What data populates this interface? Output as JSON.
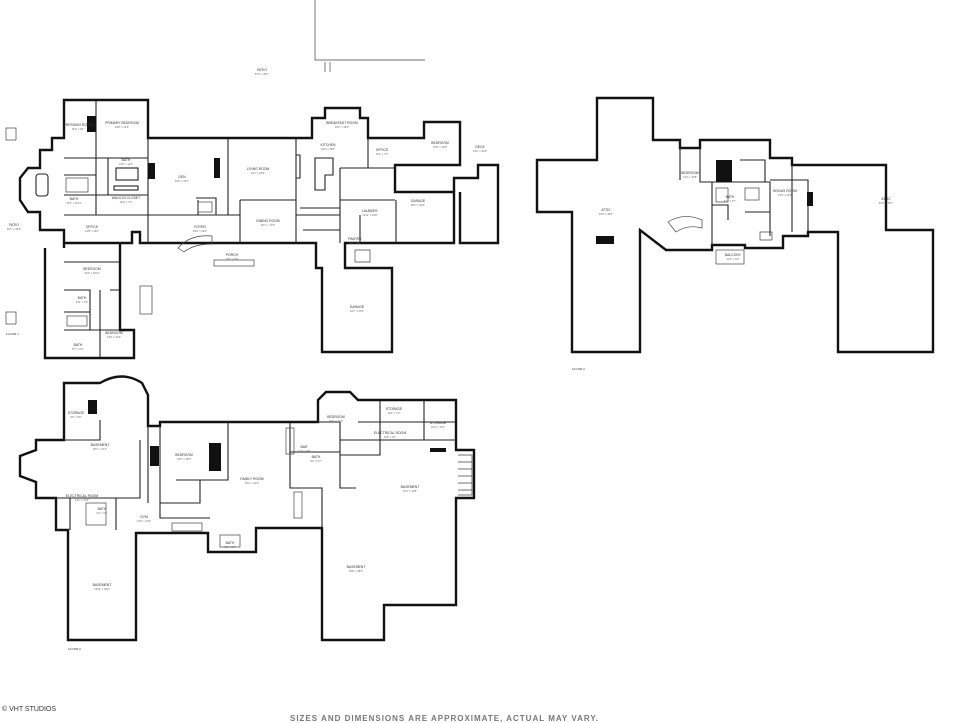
{
  "plan": {
    "copyright": "© VHT STUDIOS",
    "disclaimer": "SIZES AND DIMENSIONS ARE APPROXIMATE, ACTUAL MAY VARY."
  },
  "floor_main": {
    "floor_label": "FLOOR 1",
    "rooms": [
      {
        "name": "PATIO",
        "dim": "57'0\" x 46'7\""
      },
      {
        "name": "PRIMARY BEDROOM",
        "dim": "19'8\" x 14'3\""
      },
      {
        "name": "DRESSING ROOM",
        "dim": "11'0\" x 9'4\""
      },
      {
        "name": "BATH",
        "dim": "15'3\" x 10'11\""
      },
      {
        "name": "BATH",
        "dim": "13'6\" x 11'2\""
      },
      {
        "name": "WALK-IN CLOSET",
        "dim": "10'9\" x 7'2\""
      },
      {
        "name": "OFFICE",
        "dim": "13'8\" x 11'6\""
      },
      {
        "name": "DEN",
        "dim": "19'6\" x 20'7\""
      },
      {
        "name": "LIVING ROOM",
        "dim": "31'1\" x 25'9\""
      },
      {
        "name": "KITCHEN",
        "dim": "24'3\" x 19'8\""
      },
      {
        "name": "BREAKFAST ROOM",
        "dim": "18'2\" x 14'0\""
      },
      {
        "name": "OFFICE",
        "dim": "16'1\" x 7'5\""
      },
      {
        "name": "DINING ROOM",
        "dim": "18'7\" x 17'9\""
      },
      {
        "name": "FOYER",
        "dim": "23'9\" x 19'2\""
      },
      {
        "name": "PORCH",
        "dim": "19'2\" x 9'0\""
      },
      {
        "name": "LAUNDRY",
        "dim": "11'11\" x 10'8\""
      },
      {
        "name": "PANTRY",
        "dim": "9'3\" x 5'2\""
      },
      {
        "name": "BEDROOM",
        "dim": "15'9\" x 14'8\""
      },
      {
        "name": "GARAGE",
        "dim": "28'1\" x 24'3\""
      },
      {
        "name": "GARAGE",
        "dim": "23'7\" x 21'9\""
      },
      {
        "name": "DECK",
        "dim": "13'2\" x 10'2\""
      },
      {
        "name": "BATH",
        "dim": "9'11\" x 5'3\""
      },
      {
        "name": "BEDROOM",
        "dim": "15'4\" x 13'11\""
      },
      {
        "name": "BATH",
        "dim": "8'7\" x 6'3\""
      },
      {
        "name": "BEDROOM",
        "dim": "13'9\" x 10'4\""
      },
      {
        "name": "PATIO",
        "dim": "26'1\" x 24'4\""
      }
    ]
  },
  "floor_upper": {
    "floor_label": "FLOOR 2",
    "rooms": [
      {
        "name": "ATTIC",
        "dim": "49'3\" x 48'5\""
      },
      {
        "name": "BEDROOM",
        "dim": "14'3\" x 13'8\""
      },
      {
        "name": "BATH",
        "dim": "9'11\" x 5'7\""
      },
      {
        "name": "BONUS ROOM",
        "dim": "13'0\" x 10'9\""
      },
      {
        "name": "ATTIC",
        "dim": "52'3\" x 45'7\""
      },
      {
        "name": "BALCONY",
        "dim": "12'6\" x 5'3\""
      }
    ]
  },
  "floor_lower": {
    "floor_label": "FLOOR 0",
    "rooms": [
      {
        "name": "STORAGE",
        "dim": "9'0\" x 6'5\""
      },
      {
        "name": "BASEMENT",
        "dim": "39'1\" x 21'4\""
      },
      {
        "name": "ELECTRICAL ROOM",
        "dim": "13'1\" x 10'9\""
      },
      {
        "name": "BATH",
        "dim": "9'4\" x 6'3\""
      },
      {
        "name": "BEDROOM",
        "dim": "19'0\" x 16'5\""
      },
      {
        "name": "FAMILY ROOM",
        "dim": "45'1\" x 21'6\""
      },
      {
        "name": "BEDROOM",
        "dim": "24'1\" x 12'3\""
      },
      {
        "name": "STORAGE",
        "dim": "10'1\" x 7'4\""
      },
      {
        "name": "ELECTRICAL ROOM",
        "dim": "13'6\" x 9'1\""
      },
      {
        "name": "STORAGE",
        "dim": "15'2\" x 11'0\""
      },
      {
        "name": "BATH",
        "dim": "8'2\" x 5'7\""
      },
      {
        "name": "BAR",
        "dim": "11'9\" x 7'4\""
      },
      {
        "name": "BASEMENT",
        "dim": "34'4\" x 22'8\""
      },
      {
        "name": "BASEMENT",
        "dim": "23'8\" x 18'9\""
      },
      {
        "name": "GYM",
        "dim": "13'9\" x 12'6\""
      },
      {
        "name": "BATH",
        "dim": "9'5\" x 6'7\""
      },
      {
        "name": "BASEMENT",
        "dim": "29'11\" x 18'3\""
      }
    ]
  }
}
